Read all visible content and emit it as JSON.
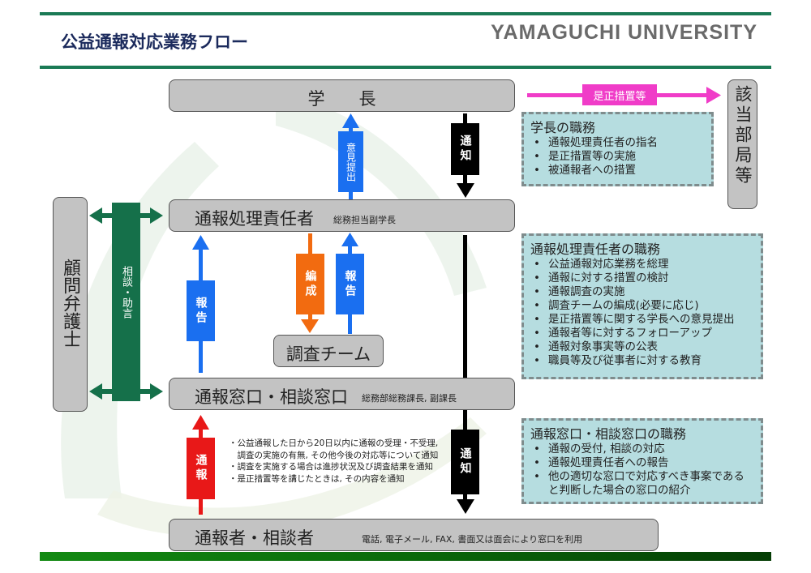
{
  "header": {
    "title": "公益通報対応業務フロー",
    "logo": "YAMAGUCHI UNIVERSITY"
  },
  "colors": {
    "brand_green": "#1a7a55",
    "box_gray": "#c3c3c3",
    "duty_fill": "#b6dde0",
    "blue": "#1a6ff0",
    "orange": "#f26b10",
    "red": "#e81818",
    "black": "#000000",
    "magenta": "#f03cc8",
    "advice_green": "#15704a"
  },
  "nodes": {
    "president": {
      "label": "学　　長"
    },
    "handler": {
      "label": "通報処理責任者",
      "sub": "総務担当副学長"
    },
    "team": {
      "label": "調査チーム"
    },
    "window": {
      "label": "通報窓口・相談窓口",
      "sub": "総務部総務課長, 副課長"
    },
    "reporter": {
      "label": "通報者・相談者",
      "sub": "電話, 電子メール, FAX, 書面又は面会により窓口を利用"
    },
    "lawyer": {
      "label": "顧問弁護士"
    },
    "departments": {
      "label": "該当部局等"
    }
  },
  "arrows": {
    "opinion": "意見提出",
    "notify_top": "通知",
    "report_left": "報告",
    "organize": "編成",
    "report_team": "報告",
    "advice": "相談・助言",
    "report_bottom": "通報",
    "notify_bottom": "通知",
    "corrective": "是正措置等"
  },
  "duties": {
    "president": {
      "title": "学長の職務",
      "items": [
        "通報処理責任者の指名",
        "是正措置等の実施",
        "被通報者への措置"
      ]
    },
    "handler": {
      "title": "通報処理責任者の職務",
      "items": [
        "公益通報対応業務を総理",
        "通報に対する措置の検討",
        "通報調査の実施",
        "調査チームの編成(必要に応じ)",
        "是正措置等に関する学長への意見提出",
        "通報者等に対するフォローアップ",
        "通報対象事実等の公表",
        "職員等及び従事者に対する教育"
      ]
    },
    "window": {
      "title": "通報窓口・相談窓口の職務",
      "items": [
        "通報の受付, 相談の対応",
        "通報処理責任者への報告",
        "他の適切な窓口で対応すべき事案であると判断した場合の窓口の紹介"
      ]
    }
  },
  "notes": [
    "・公益通報した日から20日以内に通報の受理・不受理,",
    "　調査の実施の有無, その他今後の対応等について通知",
    "・調査を実施する場合は進捗状況及び調査結果を通知",
    "・是正措置等を講じたときは, その内容を通知"
  ]
}
